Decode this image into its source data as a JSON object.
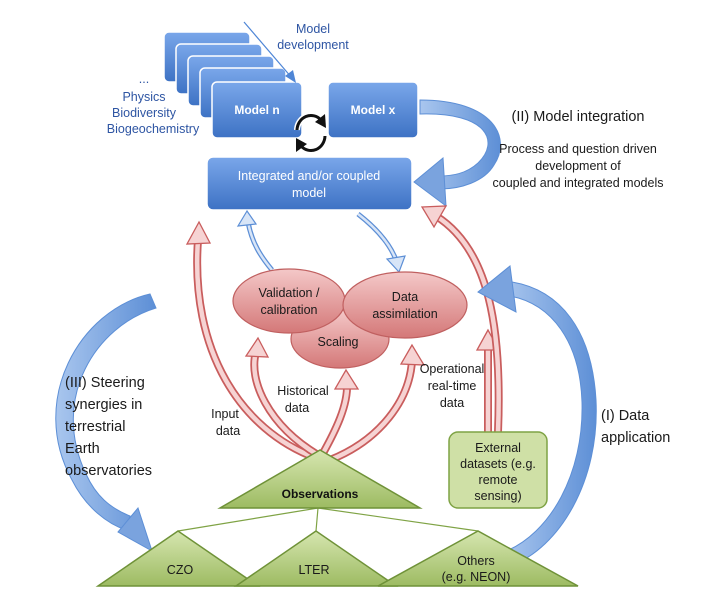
{
  "model_stack": {
    "development_label": [
      "Model",
      "development"
    ],
    "model_n": "Model n",
    "model_x": "Model x",
    "disciplines": [
      "...",
      "Physics",
      "Biodiversity",
      "Biogeochemistry"
    ]
  },
  "integrated_model": [
    "Integrated and/or coupled",
    "model"
  ],
  "model_integration": {
    "title": "(II) Model integration",
    "description": [
      "Process and question driven",
      "development of",
      "coupled and integrated models"
    ]
  },
  "processes": {
    "validation": [
      "Validation /",
      "calibration"
    ],
    "assimilation": [
      "Data",
      "assimilation"
    ],
    "scaling": "Scaling"
  },
  "data_flows": {
    "input": [
      "Input",
      "data"
    ],
    "historical": [
      "Historical",
      "data"
    ],
    "operational": [
      "Operational",
      "real-time",
      "data"
    ]
  },
  "external_datasets": [
    "External",
    "datasets (e.g.",
    "remote",
    "sensing)"
  ],
  "steering": [
    "(III) Steering",
    "synergies in",
    "terrestrial",
    "Earth",
    "observatories"
  ],
  "data_application": [
    "(I) Data",
    "application"
  ],
  "observations": "Observations",
  "observatories": {
    "czo": "CZO",
    "lter": "LTER",
    "others": [
      "Others",
      "(e.g. NEON)"
    ]
  },
  "colors": {
    "model_blue": "#4f86d6",
    "arrow_blue": "#8fb2e0",
    "arrow_red": "#e8a3a3",
    "ellipse_red": "#d98585",
    "triangle_green": "#b7cf88",
    "box_green": "#cfe0a6"
  }
}
